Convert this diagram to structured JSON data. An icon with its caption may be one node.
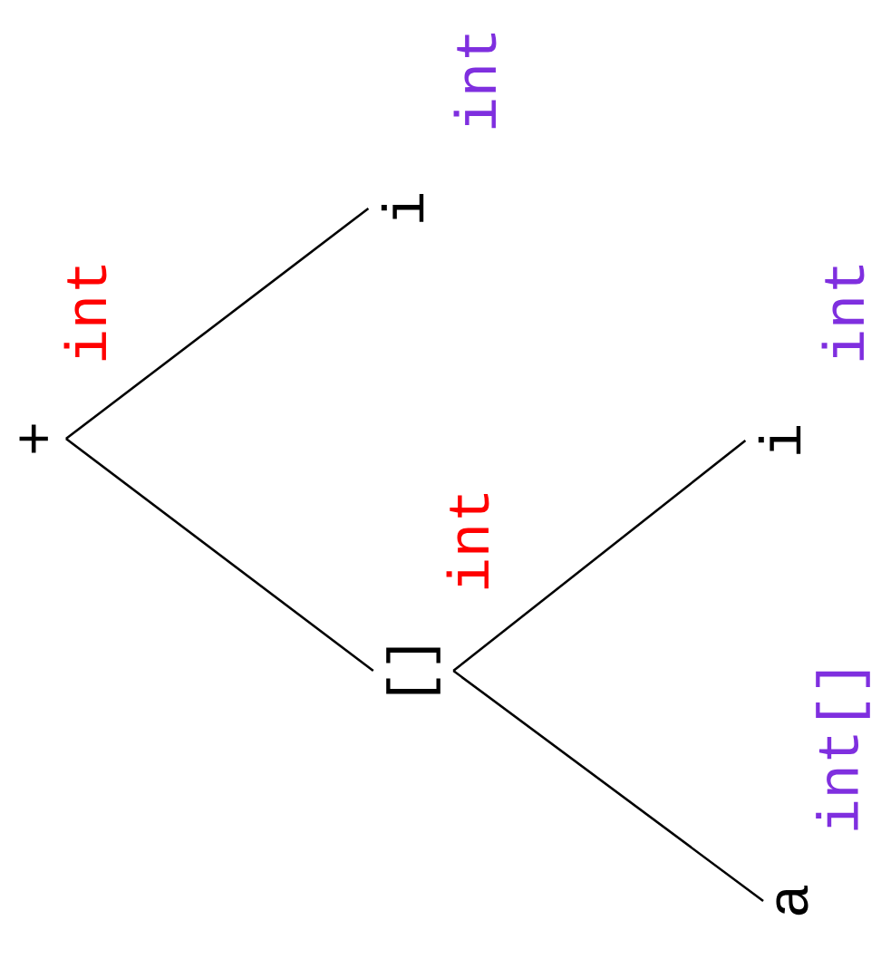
{
  "diagram": {
    "nodes": [
      {
        "text": [
          "+"
        ],
        "beside": [
          "int"
        ]
      },
      {
        "text": [
          "i"
        ],
        "beside": [
          "int"
        ]
      },
      {
        "text": [
          "[]"
        ],
        "beside": [
          "int"
        ]
      },
      {
        "text": [
          "i"
        ],
        "beside": [
          "int"
        ]
      },
      {
        "text": [
          "a"
        ],
        "beside": [
          "int[]"
        ]
      }
    ],
    "edges": [
      {
        "from": 0,
        "to": 1,
        "arrow": "none"
      },
      {
        "from": 0,
        "to": 2,
        "arrow": "none"
      },
      {
        "from": 2,
        "to": 3,
        "arrow": "none"
      },
      {
        "from": 2,
        "to": 4,
        "arrow": "none"
      }
    ]
  }
}
